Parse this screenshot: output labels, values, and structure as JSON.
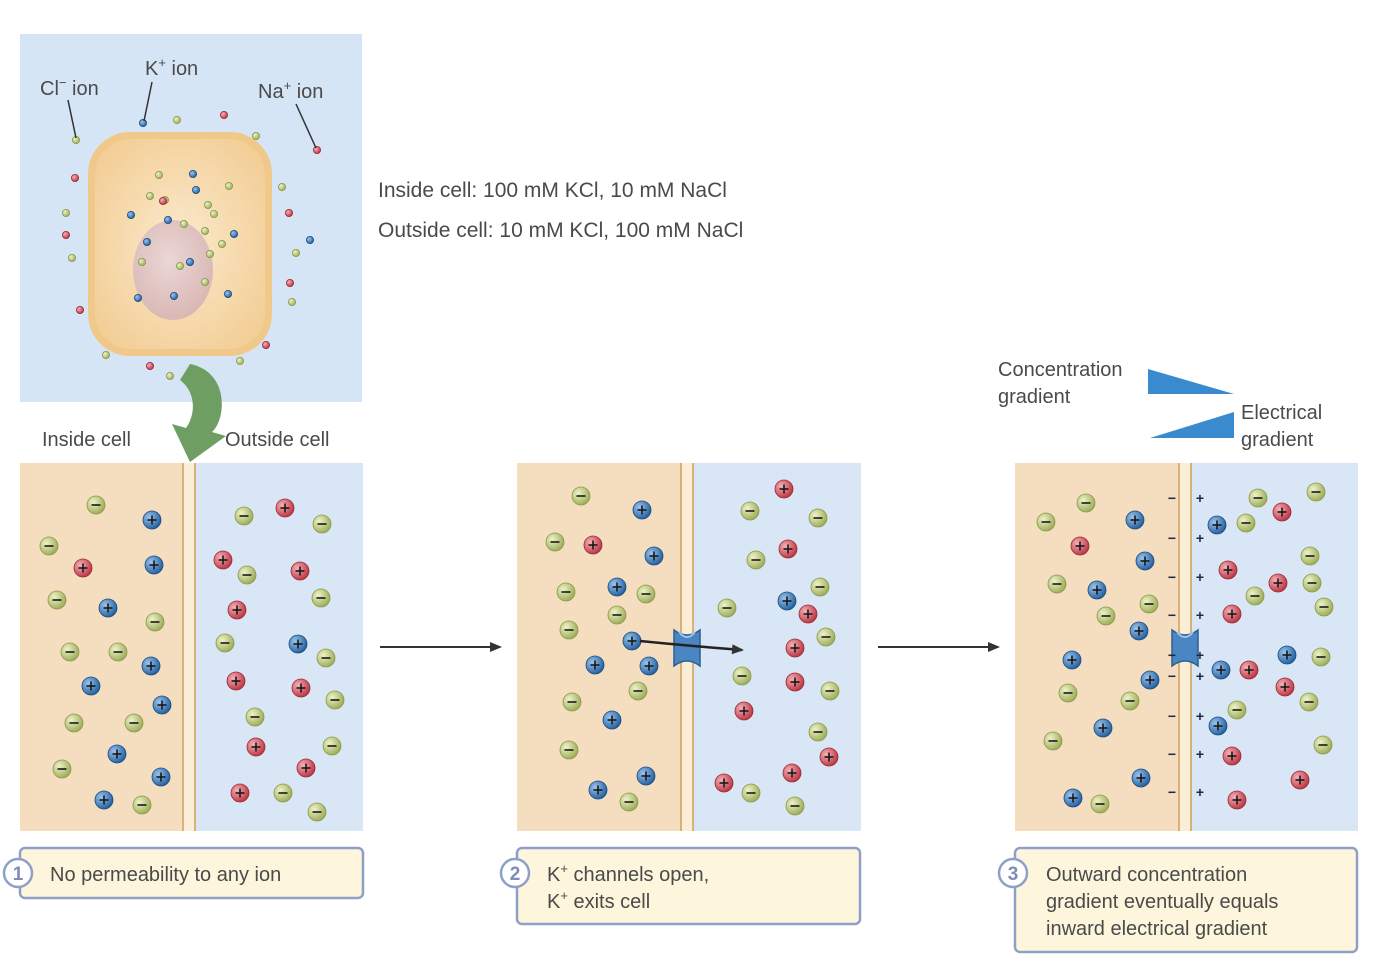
{
  "top_panel": {
    "cl_label_main": "Cl",
    "cl_label_sup": "−",
    "cl_label_tail": " ion",
    "k_label_main": "K",
    "k_label_sup": "+",
    "k_label_tail": " ion",
    "na_label_main": "Na",
    "na_label_sup": "+",
    "na_label_tail": " ion"
  },
  "concentrations": {
    "inside": "Inside cell: 100 mM KCl, 10 mM NaCl",
    "outside": "Outside cell: 10 mM KCl, 100 mM NaCl"
  },
  "labels": {
    "inside_cell": "Inside cell",
    "outside_cell": "Outside cell"
  },
  "gradients": {
    "concentration_line1": "Concentration",
    "concentration_line2": "gradient",
    "electrical_line1": "Electrical",
    "electrical_line2": "gradient"
  },
  "steps": [
    {
      "number": "1",
      "line1": "No permeability to any ion",
      "line2": "",
      "line3": ""
    },
    {
      "number": "2",
      "line1a": "K",
      "line1b": "+",
      "line1c": " channels open,",
      "line2a": "K",
      "line2b": "+",
      "line2c": " exits cell"
    },
    {
      "number": "3",
      "line1": "Outward concentration",
      "line2": "gradient eventually equals",
      "line3": "inward electrical gradient"
    }
  ],
  "membrane_signs": {
    "inside": "−",
    "outside": "+"
  },
  "colors": {
    "inside_fill": "#f5ddbf",
    "outside_fill": "#d9e6f5",
    "cl_ion": "#b9c57a",
    "k_ion": "#3a78b8",
    "na_ion": "#d9505f",
    "gradient_wedge": "#3a8ad0",
    "arrow_green": "#6f9e62",
    "channel": "#4a86c2"
  }
}
